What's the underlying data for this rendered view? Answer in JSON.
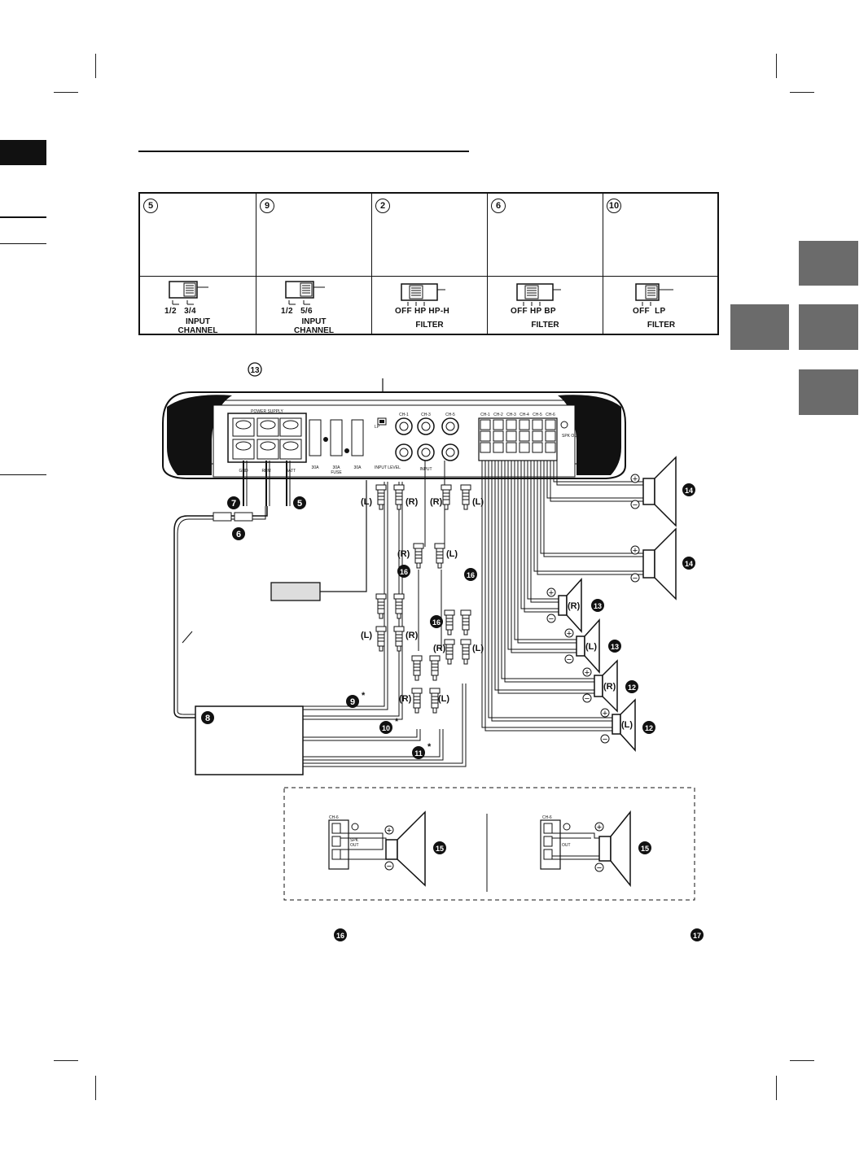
{
  "switch_table": [
    {
      "ref": "5",
      "options": [
        "1/2",
        "3/4"
      ],
      "label_lines": [
        "INPUT",
        "CHANNEL"
      ]
    },
    {
      "ref": "9",
      "options": [
        "1/2",
        "5/6"
      ],
      "label_lines": [
        "INPUT",
        "CHANNEL"
      ]
    },
    {
      "ref": "2",
      "options": [
        "OFF",
        "HP",
        "HP-H"
      ],
      "label_lines": [
        "FILTER"
      ]
    },
    {
      "ref": "6",
      "options": [
        "OFF",
        "HP",
        "BP"
      ],
      "label_lines": [
        "FILTER"
      ]
    },
    {
      "ref": "10",
      "options": [
        "OFF",
        "LP"
      ],
      "label_lines": [
        "FILTER"
      ]
    }
  ],
  "diagram": {
    "note_ref": "13",
    "amp_labels": {
      "power_supply": "POWER SUPPLY",
      "fuse_rating": "30A",
      "fuse": "FUSE",
      "gnd": "GND",
      "rem": "REM",
      "batt": "BATT",
      "input_level": "INPUT LEVEL",
      "input": "INPUT",
      "spk_out": "SPK OUT",
      "channels": [
        "CH-1",
        "CH-2",
        "CH-3",
        "CH-4",
        "CH-5",
        "CH-6"
      ],
      "lp": "LP"
    },
    "callouts": {
      "c5": "5",
      "c6": "6",
      "c7": "7",
      "c8": "8",
      "c9": "9",
      "c10": "10",
      "c11": "11",
      "c12": "12",
      "c13": "13",
      "c14": "14",
      "c15": "15",
      "c16": "16"
    },
    "rca": {
      "left": "(L)",
      "right": "(R)"
    },
    "asterisk": "*",
    "bridge_box": {
      "ch": "CH-6",
      "spk": "SPK",
      "out": "OUT"
    }
  },
  "footer": {
    "ref_a": "16",
    "ref_b": "17"
  },
  "colors": {
    "tab_gray": "#6b6b6b",
    "ink": "#111111"
  }
}
